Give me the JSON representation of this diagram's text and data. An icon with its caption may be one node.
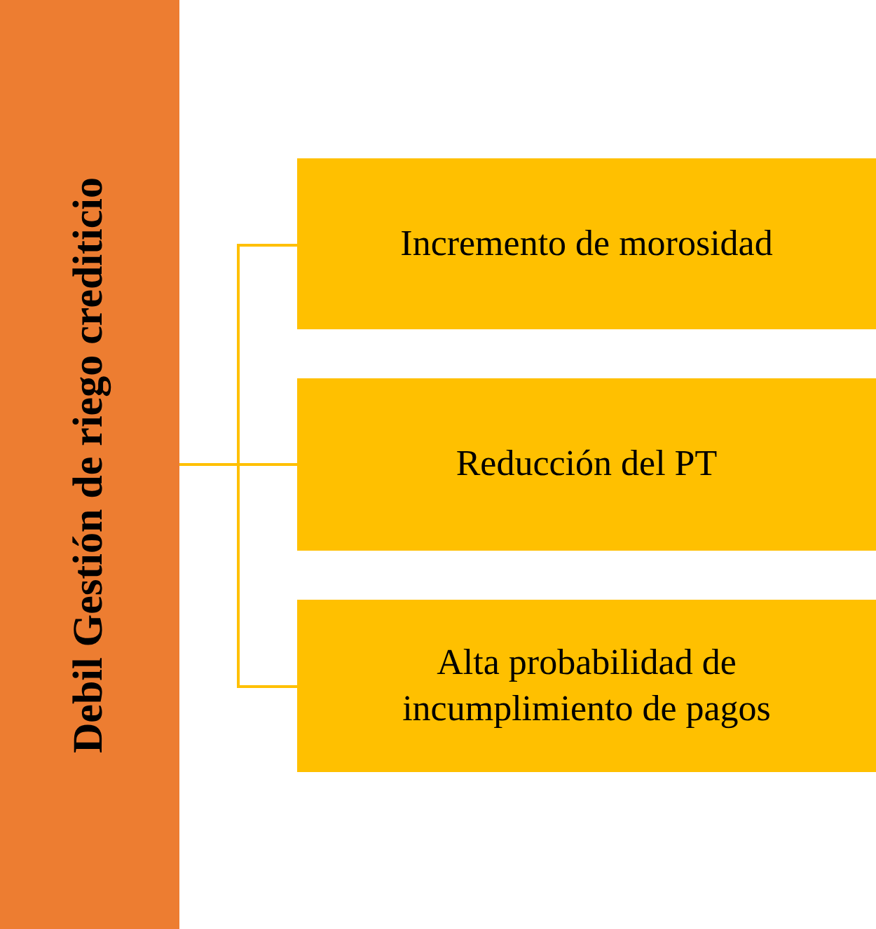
{
  "diagram": {
    "nodes": [
      {
        "text": [
          "Debil Gestión de riego crediticio"
        ]
      },
      {
        "text": [
          "Incremento de morosidad"
        ]
      },
      {
        "text": [
          "Reducción del PT"
        ]
      },
      {
        "text": [
          "Alta probabilidad de incumplimiento de pagos"
        ]
      }
    ],
    "edges": [
      {
        "from": 0,
        "to": 1,
        "arrow": "none",
        "color": "#ffc000"
      },
      {
        "from": 0,
        "to": 2,
        "arrow": "none",
        "color": "#ffc000"
      },
      {
        "from": 0,
        "to": 3,
        "arrow": "none",
        "color": "#ffc000"
      }
    ]
  }
}
